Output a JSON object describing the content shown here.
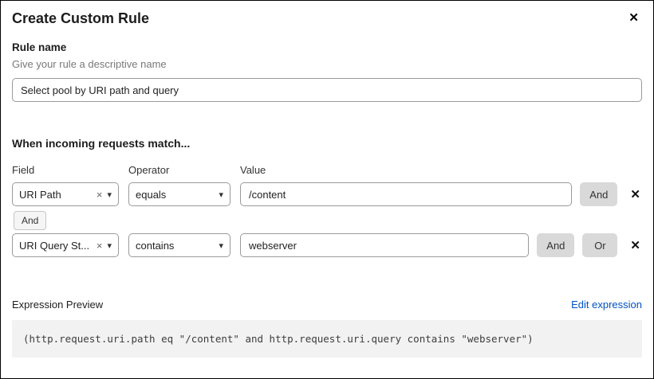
{
  "dialog": {
    "title": "Create Custom Rule",
    "close_glyph": "✕"
  },
  "rule_name": {
    "label": "Rule name",
    "helper": "Give your rule a descriptive name",
    "value": "Select pool by URI path and query"
  },
  "match_section": {
    "heading": "When incoming requests match...",
    "columns": {
      "field": "Field",
      "operator": "Operator",
      "value": "Value"
    },
    "rows": [
      {
        "field": "URI Path",
        "operator": "equals",
        "value": "/content",
        "and_label": "And",
        "clear_glyph": "×",
        "caret_glyph": "▾",
        "delete_glyph": "✕"
      },
      {
        "field": "URI Query St...",
        "operator": "contains",
        "value": "webserver",
        "and_label": "And",
        "or_label": "Or",
        "clear_glyph": "×",
        "caret_glyph": "▾",
        "delete_glyph": "✕"
      }
    ],
    "connector_label": "And"
  },
  "expression": {
    "label": "Expression Preview",
    "edit_link": "Edit expression",
    "code": "(http.request.uri.path eq \"/content\" and http.request.uri.query contains \"webserver\")"
  },
  "colors": {
    "link_blue": "#0051c3",
    "button_gray": "#d9d9d9",
    "code_background": "#f2f2f2",
    "helper_gray": "#797979"
  }
}
